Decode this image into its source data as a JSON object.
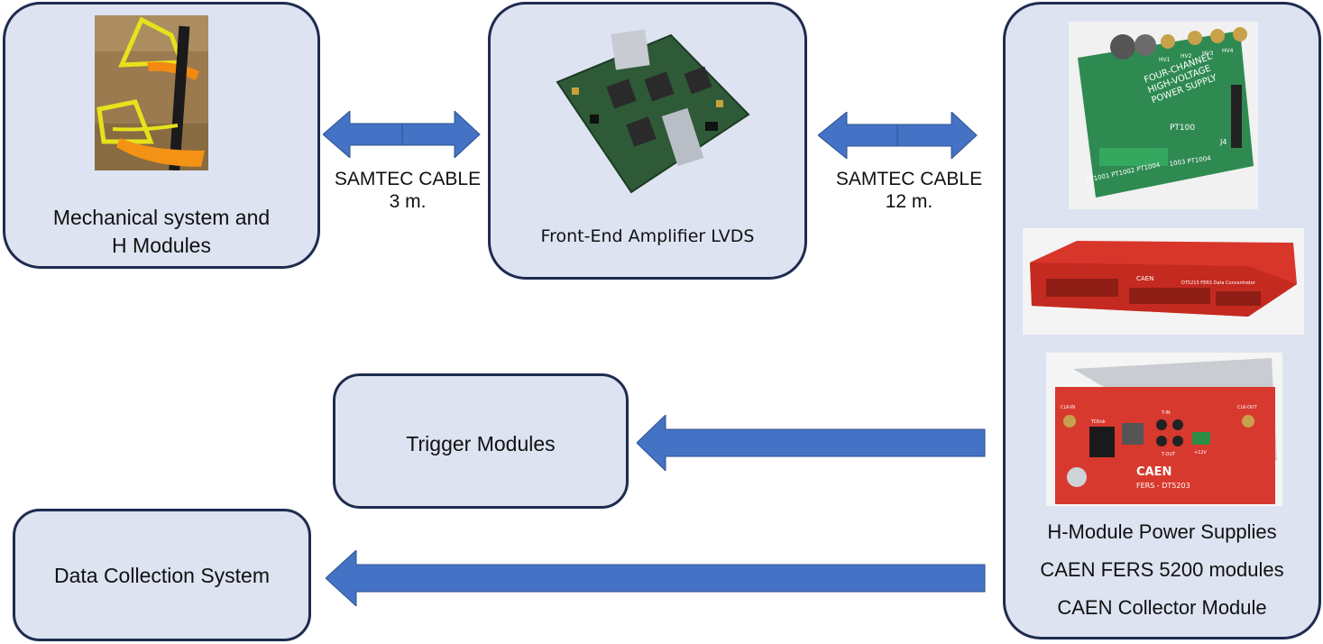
{
  "nodes": {
    "mechanical": {
      "lines": [
        "Mechanical system and",
        "H Modules"
      ]
    },
    "frontend": {
      "lines": [
        "Front-End Amplifier LVDS"
      ]
    },
    "power": {
      "lines": [
        "H-Module Power Supplies",
        "CAEN FERS 5200 modules",
        "CAEN Collector Module"
      ]
    },
    "trigger": {
      "lines": [
        "Trigger Modules"
      ]
    },
    "datacollection": {
      "lines": [
        "Data Collection System"
      ]
    }
  },
  "edges": {
    "cable_short": {
      "lines": [
        "SAMTEC CABLE",
        "3 m."
      ]
    },
    "cable_long": {
      "lines": [
        "SAMTEC CABLE",
        "12 m."
      ]
    }
  },
  "photo_text": {
    "hv_board": [
      "FOUR-CHANNEL",
      "HIGH-VOLTAGE",
      "POWER SUPPLY",
      "PT100",
      "J4",
      "HV1",
      "HV2",
      "HV3",
      "HV4",
      "PT1001 PT1002 PT1004",
      "1003 PT1004"
    ],
    "concentrator": [
      "CAEN",
      "DT5215 FERS Data Concentrator"
    ],
    "fers": [
      "CAEN",
      "FERS - DT5203",
      "T-IN",
      "T-OUT",
      "CLK-IN",
      "CLK-OUT",
      "TDlink",
      "+12V"
    ]
  },
  "colors": {
    "box_fill": "#dde3f1",
    "box_border": "#1f2b4f",
    "arrow_fill": "#4472c4",
    "arrow_edge": "#2f528f"
  }
}
